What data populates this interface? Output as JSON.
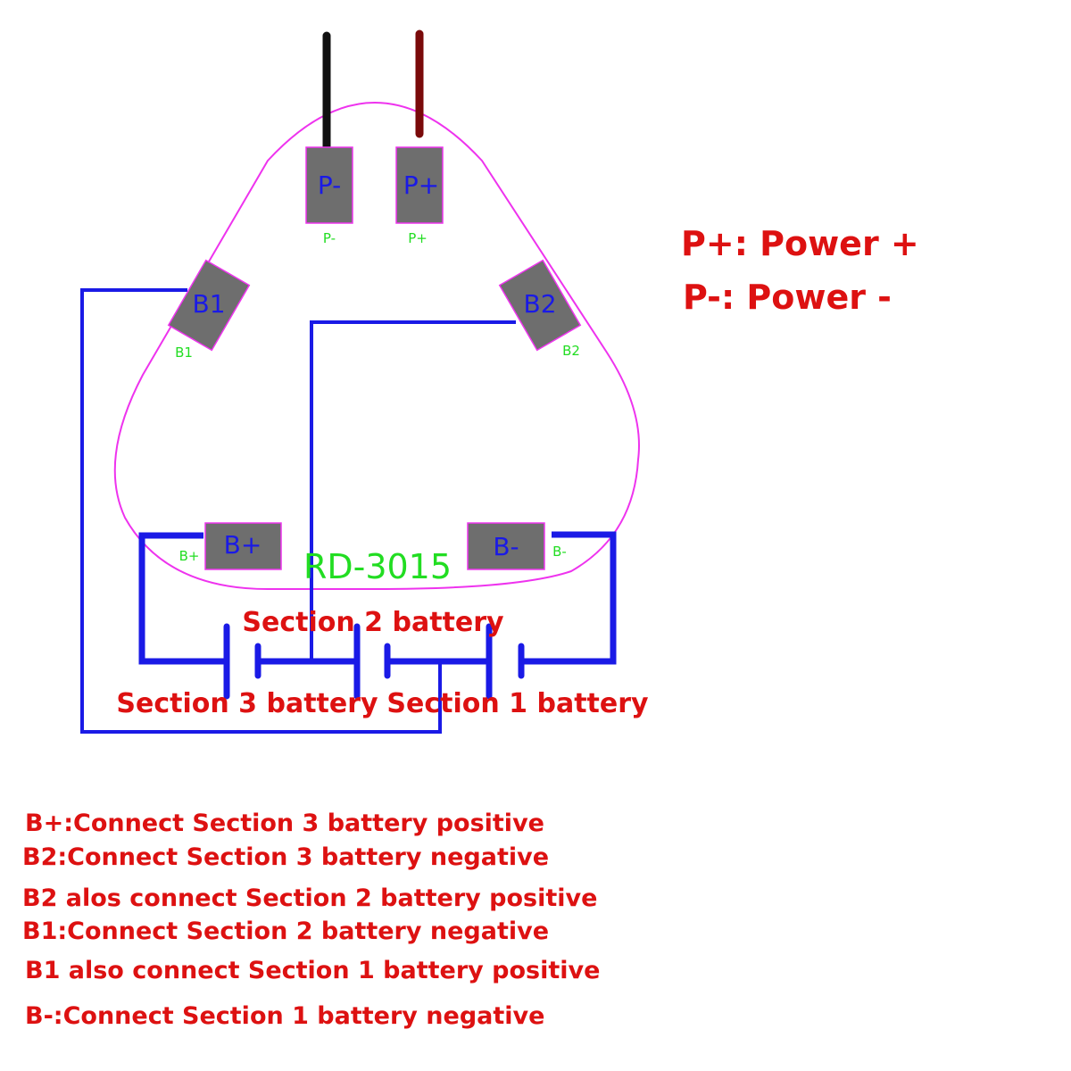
{
  "board": {
    "name": "RD-3015",
    "pads": {
      "p_minus": "P-",
      "p_plus": "P+",
      "b1": "B1",
      "b2": "B2",
      "b_plus": "B+",
      "b_minus": "B-"
    },
    "silkscreen": {
      "p_minus": "P-",
      "p_plus": "P+",
      "b1": "B1",
      "b2": "B2",
      "b_plus": "B+",
      "b_minus": "B-"
    }
  },
  "legend": {
    "p_plus": "P+: Power +",
    "p_minus": "P-: Power -"
  },
  "batteries": {
    "section1": "Section 1 battery",
    "section2": "Section 2 battery",
    "section3": "Section 3 battery"
  },
  "notes": [
    "B+:Connect Section 3 battery positive",
    "B2:Connect Section 3 battery negative",
    "B2 alos connect Section 2 battery positive",
    "B1:Connect Section 2 battery negative",
    "B1 also connect Section 1 battery positive",
    "B-:Connect Section 1 battery negative"
  ],
  "colors": {
    "outline": "#ee33ee",
    "wire": "#1a1ae6",
    "pad_fill": "#6e6e6e",
    "pad_border": "#ee33ee",
    "silkscreen": "#22dd22",
    "label_red": "#dd1111",
    "lead_black": "#111111",
    "lead_red": "#7a0a0a"
  }
}
